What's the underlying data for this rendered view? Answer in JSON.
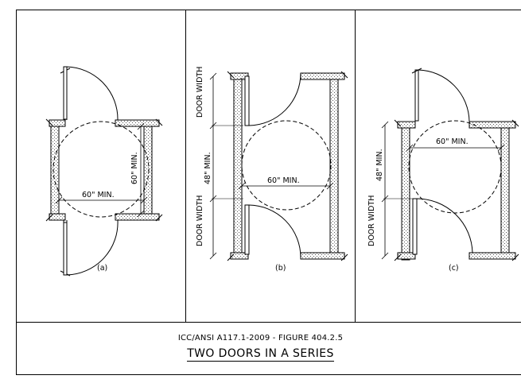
{
  "panels": [
    {
      "id": "a",
      "caption": "(a)",
      "dims": {
        "width": "60\" MIN.",
        "height": "60\" MIN."
      }
    },
    {
      "id": "b",
      "caption": "(b)",
      "dims": {
        "door_width_top": "DOOR WIDTH",
        "between": "48\" MIN.",
        "door_width_bottom": "DOOR WIDTH",
        "circle": "60\" MIN."
      }
    },
    {
      "id": "c",
      "caption": "(c)",
      "dims": {
        "between": "48\" MIN.",
        "door_width": "DOOR WIDTH",
        "circle": "60\" MIN."
      }
    }
  ],
  "footer": {
    "reference": "ICC/ANSI A117.1-2009 - FIGURE 404.2.5",
    "title": "TWO DOORS IN A SERIES"
  }
}
